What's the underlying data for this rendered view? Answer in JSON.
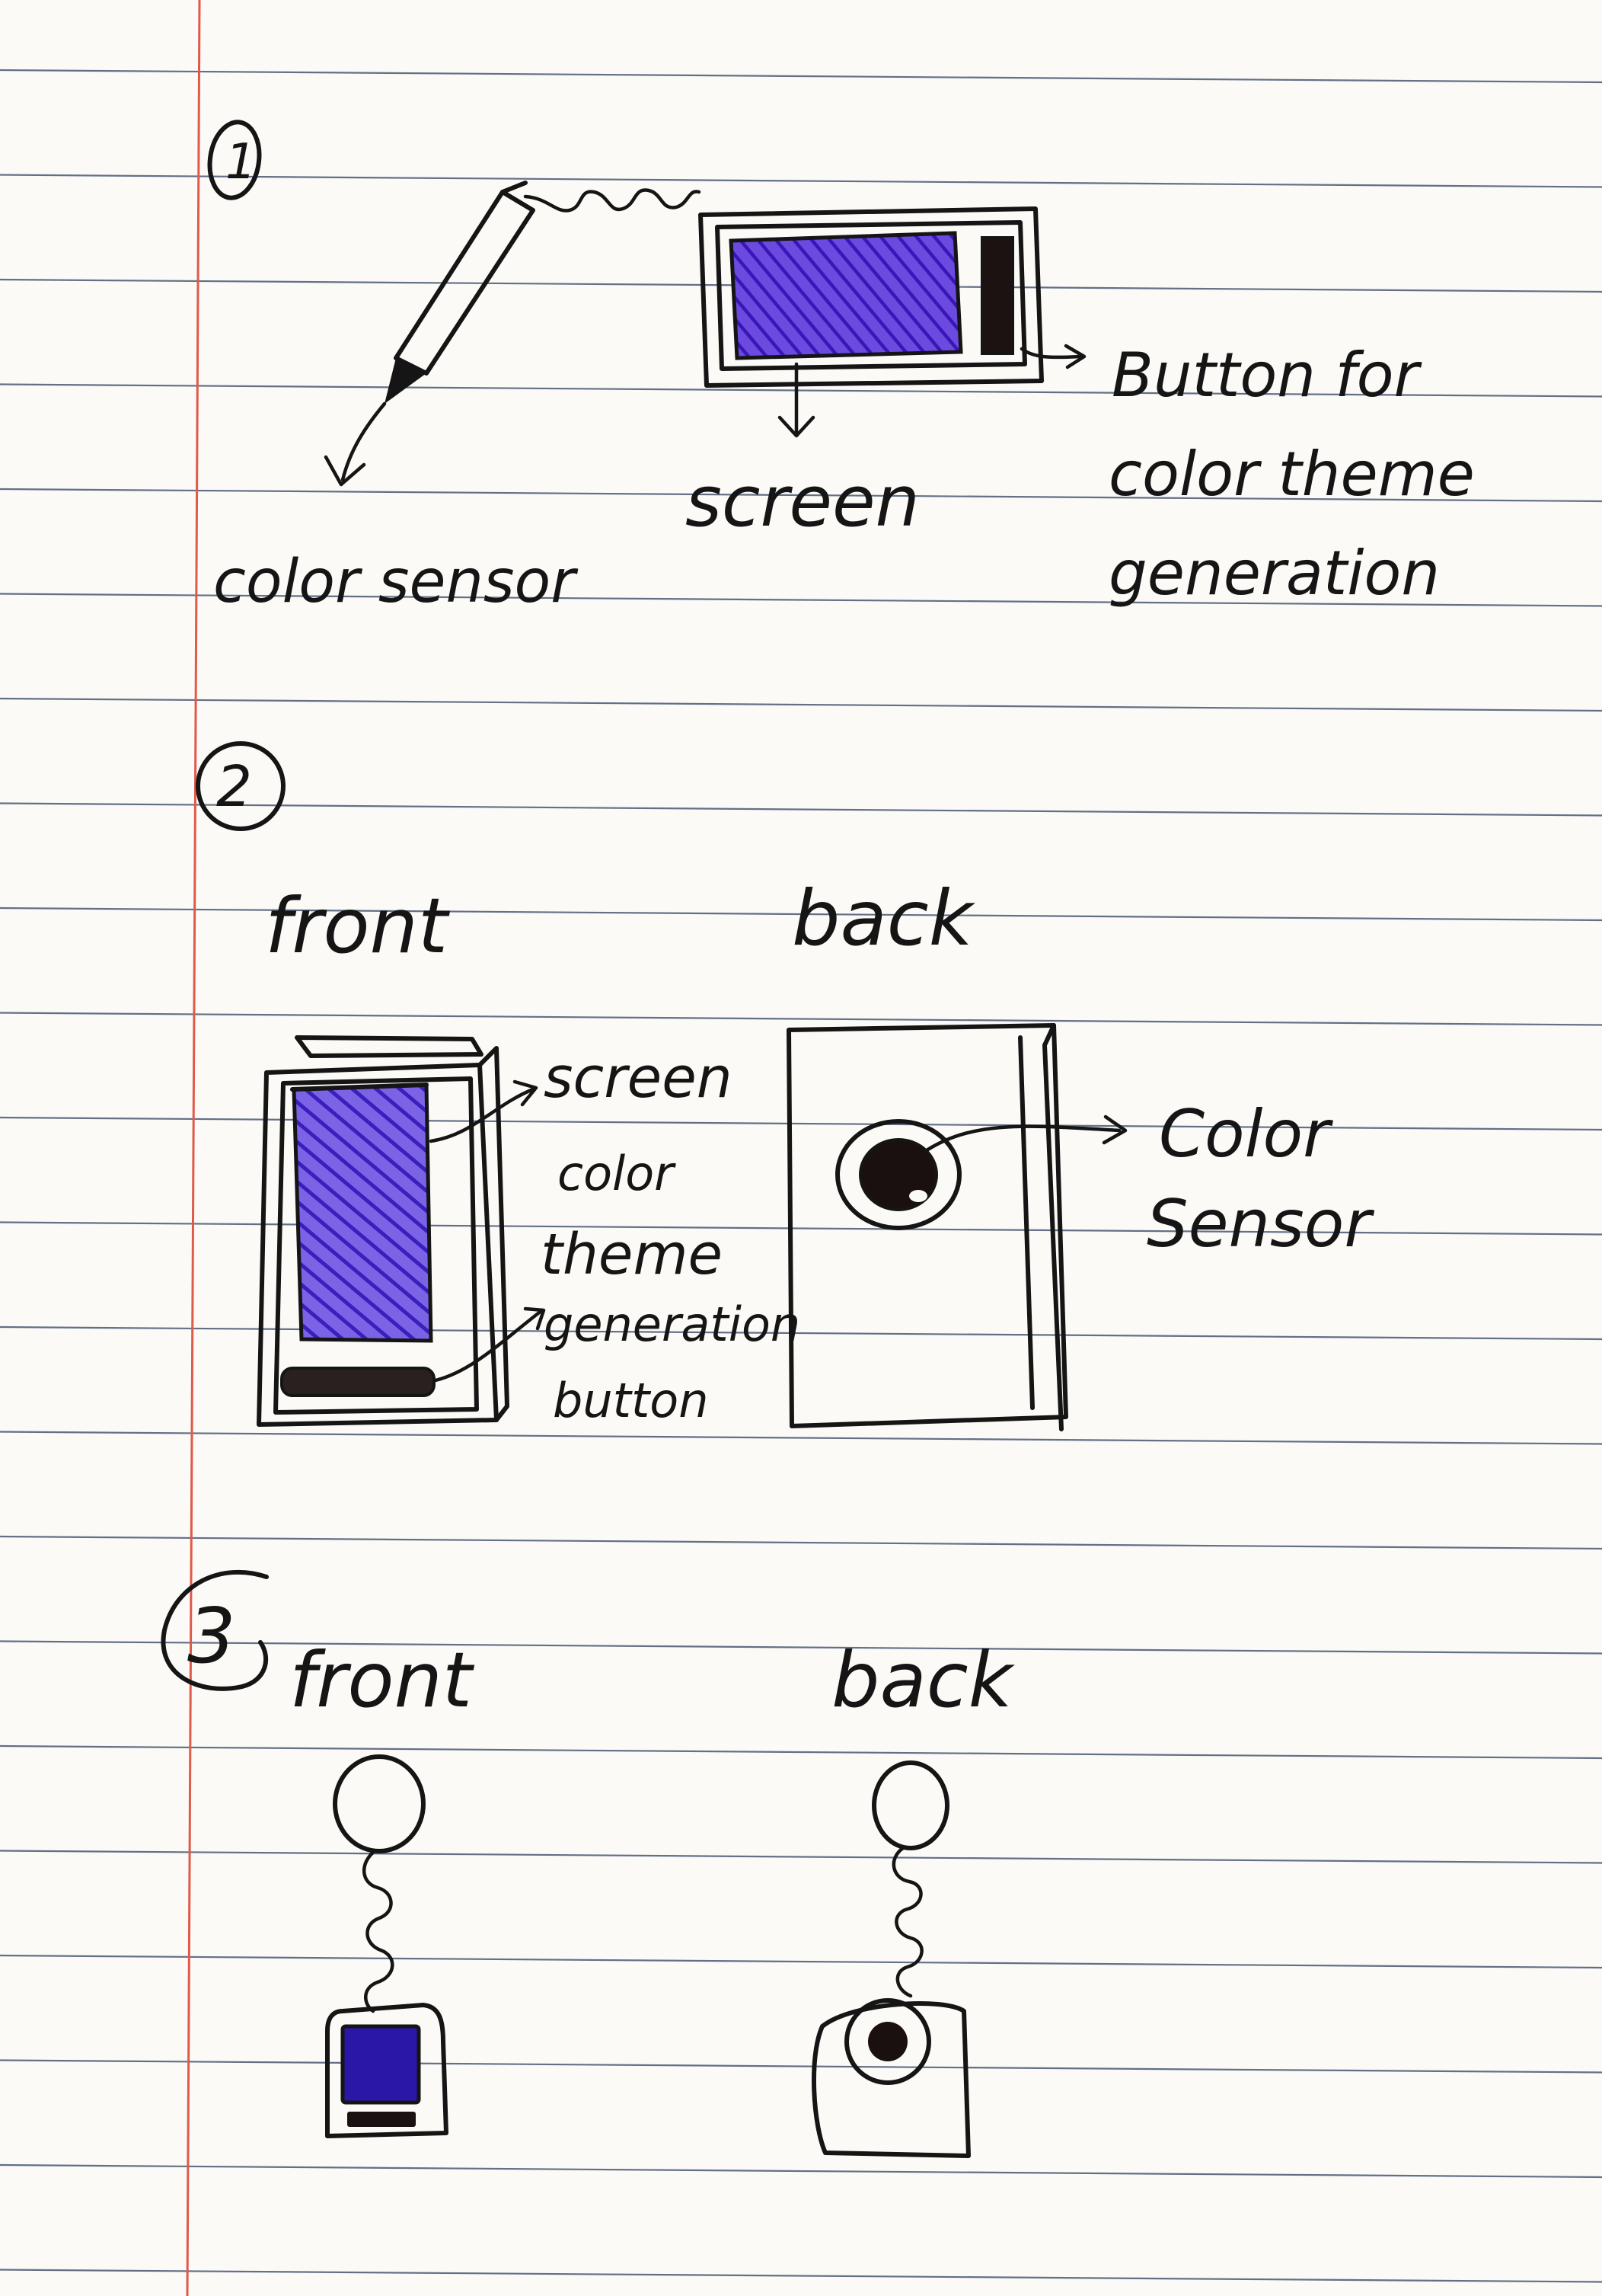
{
  "sketch_1": {
    "number": "1",
    "labels": {
      "color_sensor": "color sensor",
      "screen": "screen",
      "button_line1": "Button for",
      "button_line2": "color theme",
      "button_line3": "generation"
    }
  },
  "sketch_2": {
    "number": "2",
    "front_title": "front",
    "back_title": "back",
    "labels": {
      "screen": "screen",
      "button_line1": "color",
      "button_line2": "theme",
      "button_line3": "generation",
      "button_line4": "button",
      "sensor_line1": "Color",
      "sensor_line2": "Sensor"
    }
  },
  "sketch_3": {
    "number": "3",
    "front_title": "front",
    "back_title": "back"
  },
  "colors": {
    "ink": "#151515",
    "purple_fill": "#4b22c8",
    "blue_fill": "#2a17a8",
    "rule_line": "#3d4d6a",
    "margin_line": "#e05a4a",
    "paper": "#fbfaf6"
  }
}
